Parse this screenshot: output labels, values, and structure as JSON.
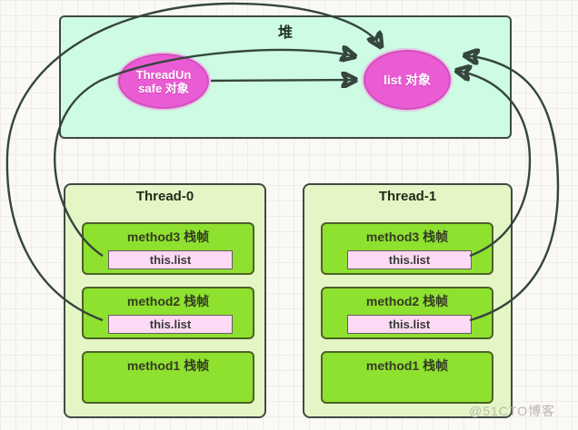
{
  "heap": {
    "title": "堆",
    "objects": [
      {
        "name": "threadunsafe-object",
        "lines": [
          "ThreadUn",
          "safe 对象"
        ]
      },
      {
        "name": "list-object",
        "label": "list 对象"
      }
    ]
  },
  "threads": [
    {
      "title": "Thread-0",
      "frames": [
        {
          "label": "method3 栈帧",
          "field": "this.list"
        },
        {
          "label": "method2 栈帧",
          "field": "this.list"
        },
        {
          "label": "method1 栈帧"
        }
      ]
    },
    {
      "title": "Thread-1",
      "frames": [
        {
          "label": "method3 栈帧",
          "field": "this.list"
        },
        {
          "label": "method2 栈帧",
          "field": "this.list"
        },
        {
          "label": "method1 栈帧"
        }
      ]
    }
  ],
  "watermark": "@51CTO博客",
  "colors": {
    "heap_fill": "#cdfbe3",
    "thread_fill": "#e4f6c6",
    "frame_fill": "#8fe130",
    "field_fill": "#fcd9f4",
    "object_fill": "#ea5cd4",
    "box_border": "#404a44",
    "arrow": "#35463c",
    "background": "#faf9f6"
  }
}
